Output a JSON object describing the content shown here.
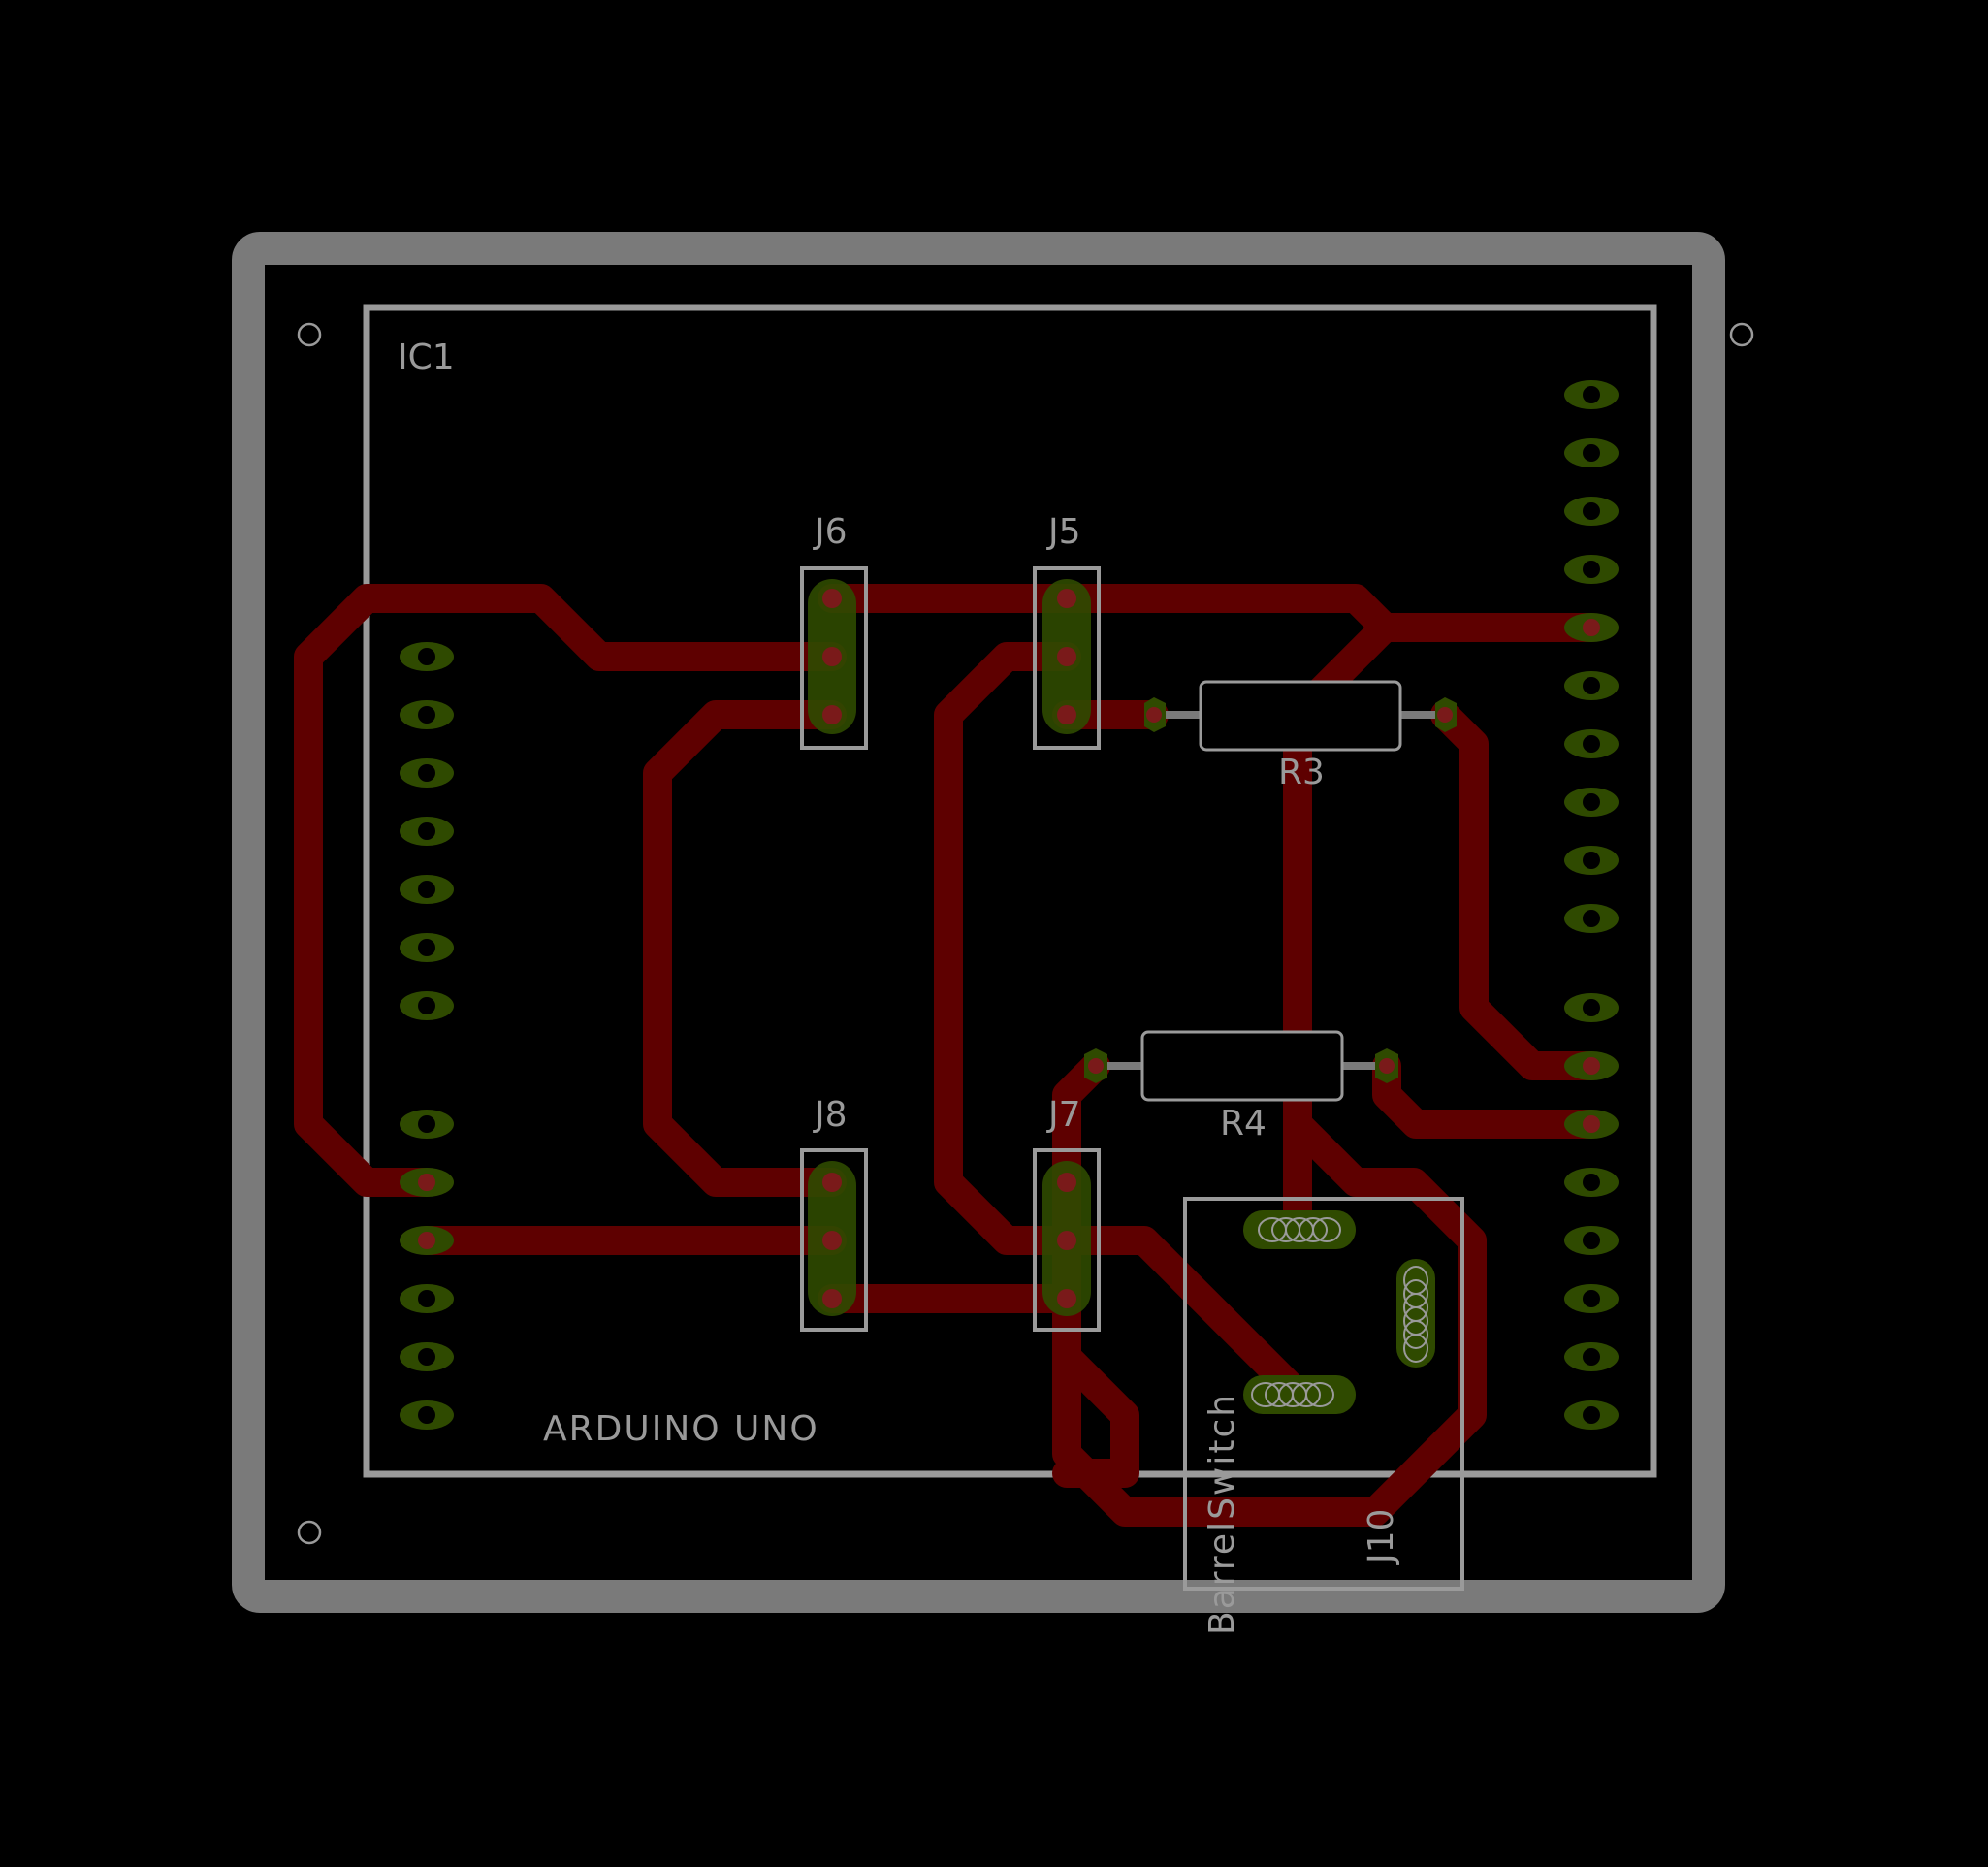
{
  "board": {
    "ic_ref": "IC1",
    "ic_value": "ARDUINO UNO"
  },
  "components": {
    "J5": "J5",
    "J6": "J6",
    "J7": "J7",
    "J8": "J8",
    "R3": "R3",
    "R4": "R4",
    "J10": "J10",
    "barrel_switch": "BarrelSwitch"
  },
  "colors": {
    "background": "#000000",
    "board_outline": "#7a7a7a",
    "silkscreen": "#9a9a9a",
    "copper_trace": "#5e0000",
    "pad": "#2f4a00",
    "drill": "#7a1a1a"
  }
}
